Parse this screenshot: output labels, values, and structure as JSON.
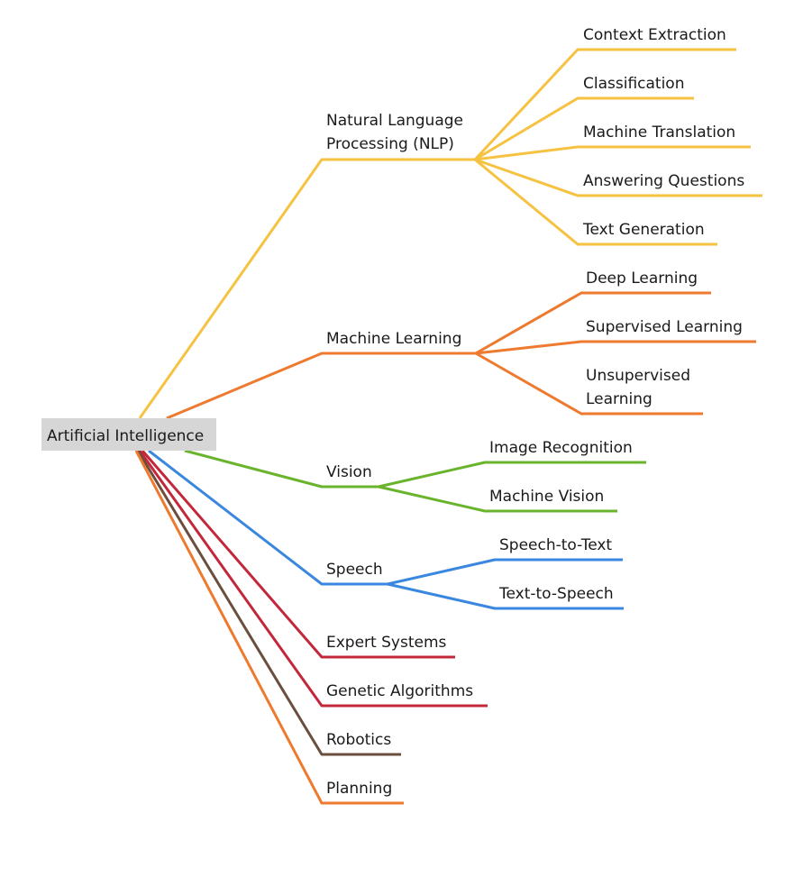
{
  "root": {
    "label": "Artificial Intelligence"
  },
  "colors": {
    "nlp": "#f5c242",
    "ml": "#ed7a2f",
    "vision": "#6ab42d",
    "speech": "#3a87e0",
    "expert": "#c3283a",
    "genetic": "#c3283a",
    "robotics": "#6b4e3d",
    "planning": "#ed7a2f"
  },
  "branches": {
    "nlp": {
      "label_lines": [
        "Natural Language",
        "Processing (NLP)"
      ],
      "children": [
        {
          "label": "Context Extraction"
        },
        {
          "label": "Classification"
        },
        {
          "label": "Machine Translation"
        },
        {
          "label": "Answering Questions"
        },
        {
          "label": "Text Generation"
        }
      ]
    },
    "ml": {
      "label_lines": [
        "Machine Learning"
      ],
      "children": [
        {
          "label_lines": [
            "Deep Learning"
          ]
        },
        {
          "label_lines": [
            "Supervised Learning"
          ]
        },
        {
          "label_lines": [
            "Unsupervised",
            "Learning"
          ]
        }
      ]
    },
    "vision": {
      "label_lines": [
        "Vision"
      ],
      "children": [
        {
          "label": "Image Recognition"
        },
        {
          "label": "Machine Vision"
        }
      ]
    },
    "speech": {
      "label_lines": [
        "Speech"
      ],
      "children": [
        {
          "label": "Speech-to-Text"
        },
        {
          "label": "Text-to-Speech"
        }
      ]
    },
    "expert": {
      "label_lines": [
        "Expert Systems"
      ]
    },
    "genetic": {
      "label_lines": [
        "Genetic Algorithms"
      ]
    },
    "robotics": {
      "label_lines": [
        "Robotics"
      ]
    },
    "planning": {
      "label_lines": [
        "Planning"
      ]
    }
  }
}
